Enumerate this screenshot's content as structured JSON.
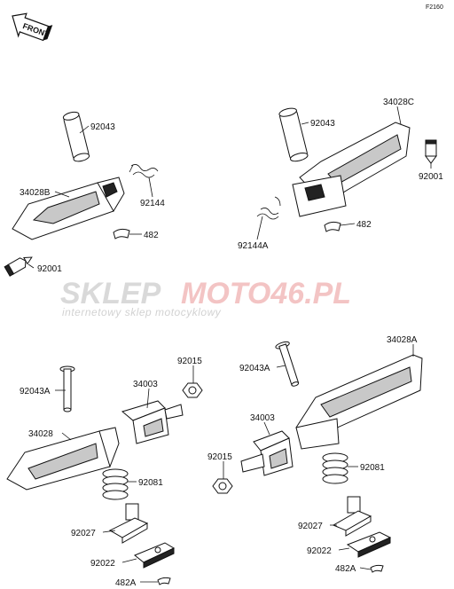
{
  "figure_code": "F2160",
  "front_label": "FRONT",
  "watermark": {
    "brand_left": "SKLEP",
    "brand_right": "MOTO46.PL",
    "tagline": "internetowy sklep motocyklowy"
  },
  "callouts": [
    {
      "id": "c1",
      "label": "92043"
    },
    {
      "id": "c2",
      "label": "92144"
    },
    {
      "id": "c3",
      "label": "34028B"
    },
    {
      "id": "c4",
      "label": "482"
    },
    {
      "id": "c5",
      "label": "92001"
    },
    {
      "id": "c6",
      "label": "92043"
    },
    {
      "id": "c7",
      "label": "34028C"
    },
    {
      "id": "c8",
      "label": "92001"
    },
    {
      "id": "c9",
      "label": "92144A"
    },
    {
      "id": "c10",
      "label": "482"
    },
    {
      "id": "c11",
      "label": "92015"
    },
    {
      "id": "c12",
      "label": "34003"
    },
    {
      "id": "c13",
      "label": "92043A"
    },
    {
      "id": "c14",
      "label": "34028"
    },
    {
      "id": "c15",
      "label": "92081"
    },
    {
      "id": "c16",
      "label": "92027"
    },
    {
      "id": "c17",
      "label": "92022"
    },
    {
      "id": "c18",
      "label": "482A"
    },
    {
      "id": "c19",
      "label": "34028A"
    },
    {
      "id": "c20",
      "label": "92043A"
    },
    {
      "id": "c21",
      "label": "34003"
    },
    {
      "id": "c22",
      "label": "92015"
    },
    {
      "id": "c23",
      "label": "92081"
    },
    {
      "id": "c24",
      "label": "92027"
    },
    {
      "id": "c25",
      "label": "92022"
    },
    {
      "id": "c26",
      "label": "482A"
    }
  ]
}
